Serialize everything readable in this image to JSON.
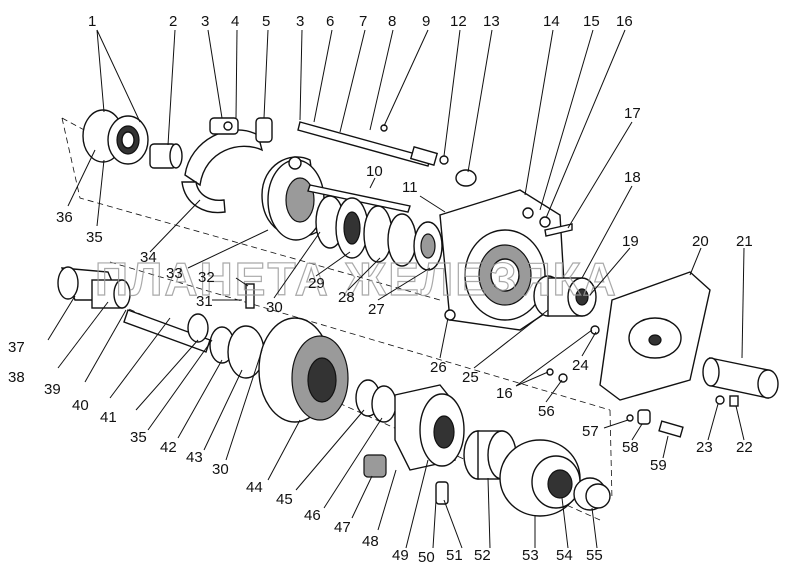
{
  "watermark": "ПЛАНЕТА ЖЕЛЕЗЯКА",
  "callouts": [
    {
      "id": "c1",
      "text": "1"
    },
    {
      "id": "c2",
      "text": "2"
    },
    {
      "id": "c3a",
      "text": "3"
    },
    {
      "id": "c4",
      "text": "4"
    },
    {
      "id": "c5",
      "text": "5"
    },
    {
      "id": "c3b",
      "text": "3"
    },
    {
      "id": "c6",
      "text": "6"
    },
    {
      "id": "c7",
      "text": "7"
    },
    {
      "id": "c8",
      "text": "8"
    },
    {
      "id": "c9",
      "text": "9"
    },
    {
      "id": "c12",
      "text": "12"
    },
    {
      "id": "c13",
      "text": "13"
    },
    {
      "id": "c14",
      "text": "14"
    },
    {
      "id": "c15",
      "text": "15"
    },
    {
      "id": "c16a",
      "text": "16"
    },
    {
      "id": "c17",
      "text": "17"
    },
    {
      "id": "c18",
      "text": "18"
    },
    {
      "id": "c10",
      "text": "10"
    },
    {
      "id": "c11",
      "text": "11"
    },
    {
      "id": "c36",
      "text": "36"
    },
    {
      "id": "c35a",
      "text": "35"
    },
    {
      "id": "c34",
      "text": "34"
    },
    {
      "id": "c33",
      "text": "33"
    },
    {
      "id": "c32",
      "text": "32"
    },
    {
      "id": "c31",
      "text": "31"
    },
    {
      "id": "c30a",
      "text": "30"
    },
    {
      "id": "c29",
      "text": "29"
    },
    {
      "id": "c28",
      "text": "28"
    },
    {
      "id": "c27",
      "text": "27"
    },
    {
      "id": "c26",
      "text": "26"
    },
    {
      "id": "c25",
      "text": "25"
    },
    {
      "id": "c19",
      "text": "19"
    },
    {
      "id": "c20",
      "text": "20"
    },
    {
      "id": "c21",
      "text": "21"
    },
    {
      "id": "c24",
      "text": "24"
    },
    {
      "id": "c16b",
      "text": "16"
    },
    {
      "id": "c56",
      "text": "56"
    },
    {
      "id": "c37",
      "text": "37"
    },
    {
      "id": "c38",
      "text": "38"
    },
    {
      "id": "c39",
      "text": "39"
    },
    {
      "id": "c40",
      "text": "40"
    },
    {
      "id": "c41",
      "text": "41"
    },
    {
      "id": "c35b",
      "text": "35"
    },
    {
      "id": "c42",
      "text": "42"
    },
    {
      "id": "c43",
      "text": "43"
    },
    {
      "id": "c30b",
      "text": "30"
    },
    {
      "id": "c44",
      "text": "44"
    },
    {
      "id": "c45",
      "text": "45"
    },
    {
      "id": "c46",
      "text": "46"
    },
    {
      "id": "c47",
      "text": "47"
    },
    {
      "id": "c48",
      "text": "48"
    },
    {
      "id": "c49",
      "text": "49"
    },
    {
      "id": "c50",
      "text": "50"
    },
    {
      "id": "c51",
      "text": "51"
    },
    {
      "id": "c52",
      "text": "52"
    },
    {
      "id": "c53",
      "text": "53"
    },
    {
      "id": "c54",
      "text": "54"
    },
    {
      "id": "c55",
      "text": "55"
    },
    {
      "id": "c57",
      "text": "57"
    },
    {
      "id": "c58",
      "text": "58"
    },
    {
      "id": "c59",
      "text": "59"
    },
    {
      "id": "c23",
      "text": "23"
    },
    {
      "id": "c22",
      "text": "22"
    }
  ]
}
